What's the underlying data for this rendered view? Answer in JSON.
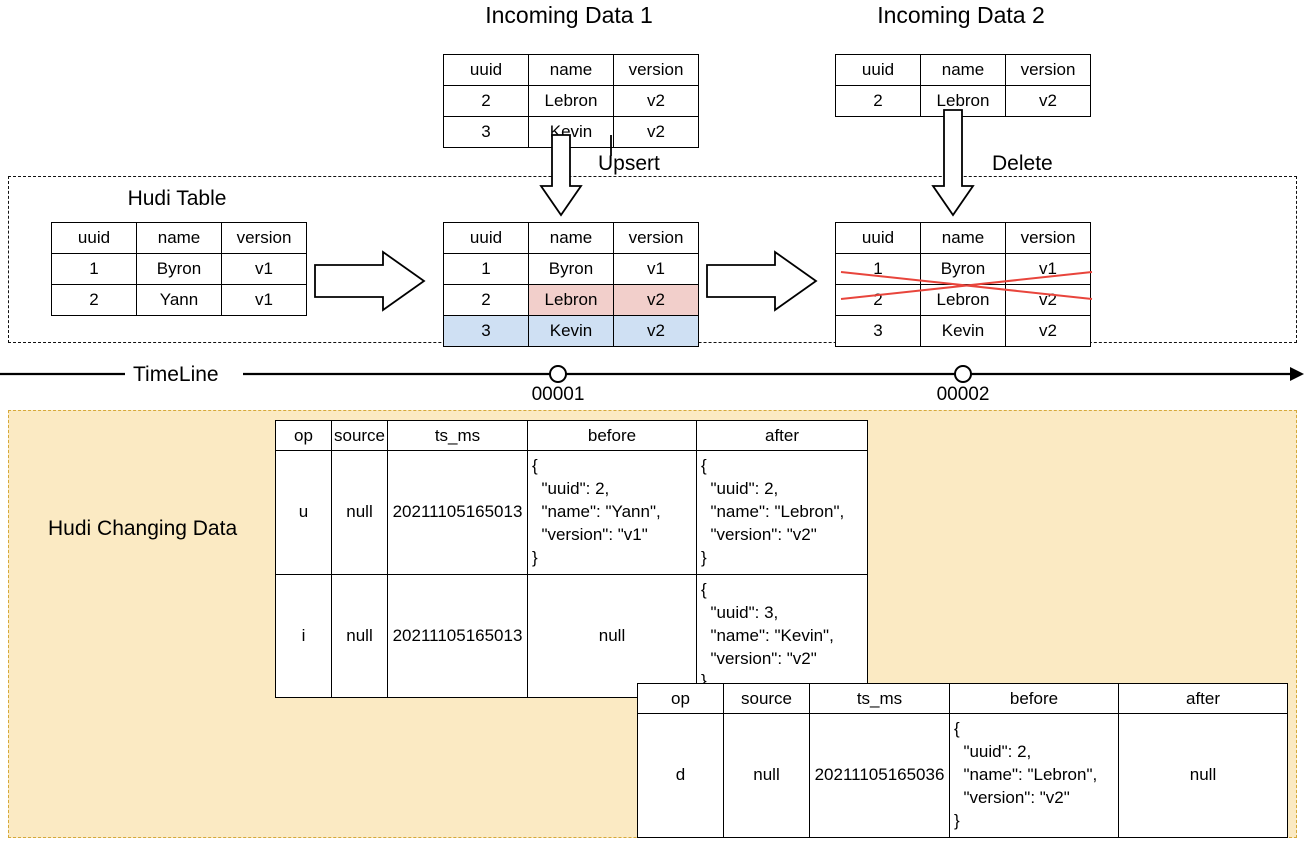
{
  "titles": {
    "incoming1": "Incoming Data 1",
    "incoming2": "Incoming Data 2",
    "hudi_table": "Hudi Table",
    "changing_data": "Hudi Changing Data"
  },
  "edge_labels": {
    "upsert": "Upsert",
    "delete": "Delete"
  },
  "timeline": {
    "label": "TimeLine",
    "ticks": [
      "00001",
      "00002"
    ]
  },
  "record_columns": [
    "uuid",
    "name",
    "version"
  ],
  "tables": {
    "incoming1": {
      "columns": [
        "uuid",
        "name",
        "version"
      ],
      "rows": [
        [
          "2",
          "Lebron",
          "v2"
        ],
        [
          "3",
          "Kevin",
          "v2"
        ]
      ]
    },
    "incoming2": {
      "columns": [
        "uuid",
        "name",
        "version"
      ],
      "rows": [
        [
          "2",
          "Lebron",
          "v2"
        ]
      ]
    },
    "hudi_before": {
      "columns": [
        "uuid",
        "name",
        "version"
      ],
      "rows": [
        [
          "1",
          "Byron",
          "v1"
        ],
        [
          "2",
          "Yann",
          "v1"
        ]
      ]
    },
    "hudi_after_upsert": {
      "columns": [
        "uuid",
        "name",
        "version"
      ],
      "rows": [
        [
          "1",
          "Byron",
          "v1"
        ],
        [
          "2",
          "Lebron",
          "v2"
        ],
        [
          "3",
          "Kevin",
          "v2"
        ]
      ]
    },
    "hudi_after_delete": {
      "columns": [
        "uuid",
        "name",
        "version"
      ],
      "rows": [
        [
          "1",
          "Byron",
          "v1"
        ],
        [
          "2",
          "Lebron",
          "v2"
        ],
        [
          "3",
          "Kevin",
          "v2"
        ]
      ]
    }
  },
  "changelog": {
    "columns": [
      "op",
      "source",
      "ts_ms",
      "before",
      "after"
    ],
    "commit_00001": [
      {
        "op": "u",
        "source": "null",
        "ts_ms": "20211105165013",
        "before": "{\n  \"uuid\": 2,\n  \"name\": \"Yann\",\n  \"version\": \"v1\"\n}",
        "after": "{\n  \"uuid\": 2,\n  \"name\": \"Lebron\",\n  \"version\": \"v2\"\n}"
      },
      {
        "op": "i",
        "source": "null",
        "ts_ms": "20211105165013",
        "before": "null",
        "after": "{\n  \"uuid\": 3,\n  \"name\": \"Kevin\",\n  \"version\": \"v2\"\n}"
      }
    ],
    "commit_00002": [
      {
        "op": "d",
        "source": "null",
        "ts_ms": "20211105165036",
        "before": "{\n  \"uuid\": 2,\n  \"name\": \"Lebron\",\n  \"version\": \"v2\"\n}",
        "after": "null"
      }
    ]
  },
  "colors": {
    "updated_row": "#f2cfcb",
    "inserted_row": "#cfe0f3",
    "deleted_mark": "#e8453c",
    "changing_data_bg": "#fbeac3",
    "changing_data_border": "#d6a93a",
    "outline": "#111111"
  }
}
